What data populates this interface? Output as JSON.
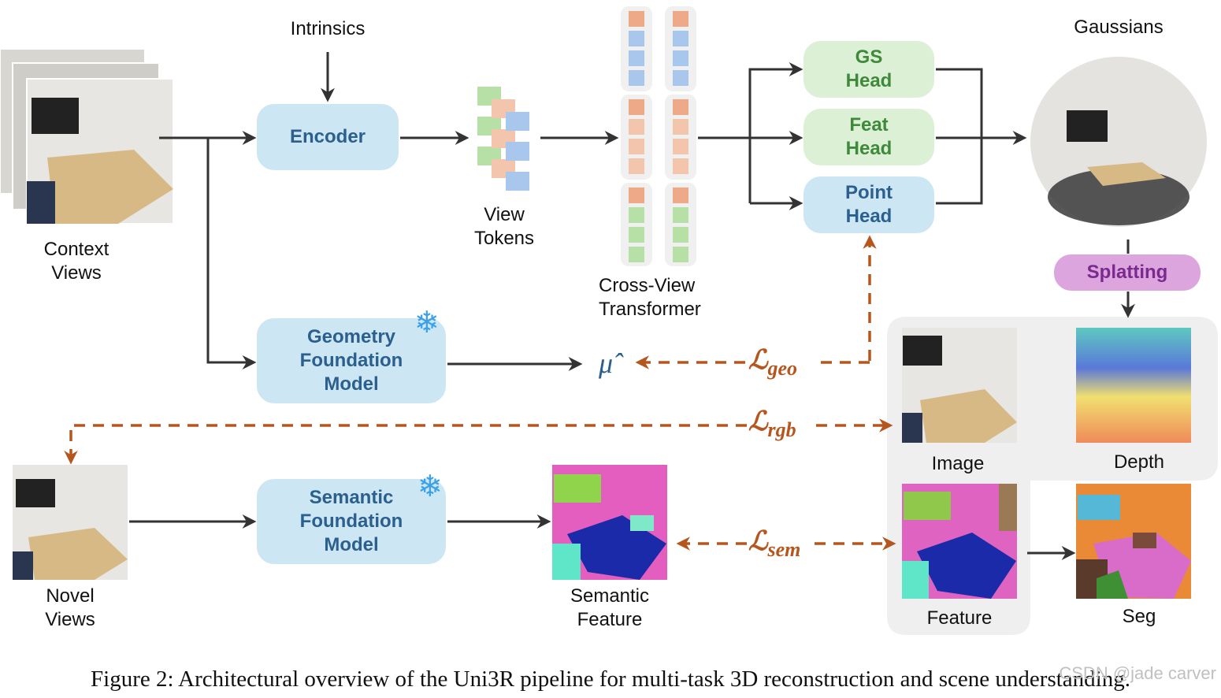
{
  "labels": {
    "intrinsics": "Intrinsics",
    "context_views": "Context\nViews",
    "view_tokens": "View\nTokens",
    "cross_view_transformer": "Cross-View\nTransformer",
    "gaussians": "Gaussians",
    "novel_views": "Novel\nViews",
    "semantic_feature": "Semantic\nFeature",
    "image": "Image",
    "depth": "Depth",
    "feature": "Feature",
    "seg": "Seg"
  },
  "boxes": {
    "encoder": "Encoder",
    "gs_head": "GS\nHead",
    "feat_head": "Feat\nHead",
    "point_head": "Point\nHead",
    "splatting": "Splatting",
    "geometry_model": "Geometry\nFoundation\nModel",
    "semantic_model": "Semantic\nFoundation\nModel"
  },
  "losses": {
    "geo_symbol": "ℒ",
    "geo_sub": "geo",
    "rgb_symbol": "ℒ",
    "rgb_sub": "rgb",
    "sem_symbol": "ℒ",
    "sem_sub": "sem"
  },
  "mu_hat": "μ̂",
  "caption": "Figure 2: Architectural overview of the Uni3R pipeline for multi-task 3D reconstruction and scene understanding.",
  "watermark": "CSDN @jade carver",
  "icons": {
    "snowflake_geo": "snowflake-icon",
    "snowflake_sem": "snowflake-icon"
  },
  "colors": {
    "arrow": "#333333",
    "loss": "#b5561e",
    "blue_box": "#cce6f3",
    "green_box": "#dcf0d5",
    "pink_box": "#dda5dd",
    "token_orange": "#eeaa88",
    "token_blue": "#a9c6ec",
    "token_green": "#b7e0a6"
  }
}
